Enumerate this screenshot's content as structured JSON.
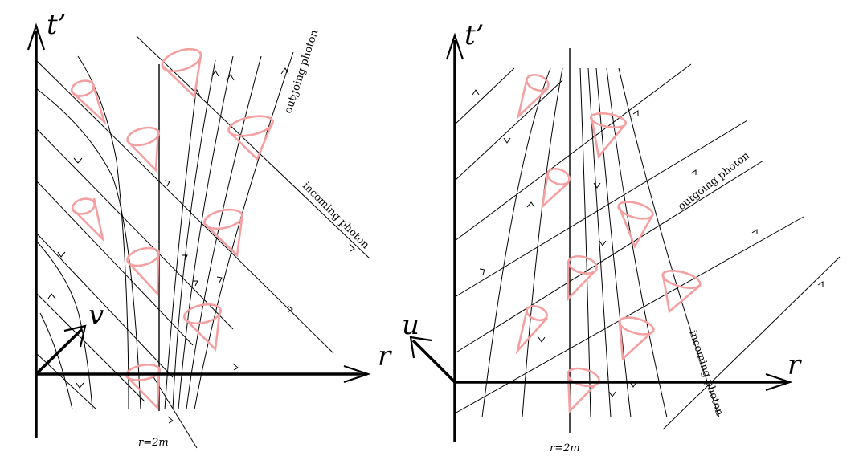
{
  "left_panel": {
    "time_label": "t’",
    "space_label": "r",
    "null_label": "v",
    "horizon_label": "r=2m",
    "outgoing_label": "outgoing photon",
    "incoming_label": "incoming photon"
  },
  "right_panel": {
    "time_label": "t’",
    "space_label": "r",
    "null_label": "u",
    "horizon_label": "r=2m",
    "outgoing_label": "outgoing photon",
    "incoming_label": "incoming photon"
  },
  "colors": {
    "light_cone": "#f4a0a0",
    "lines": "#000000"
  }
}
